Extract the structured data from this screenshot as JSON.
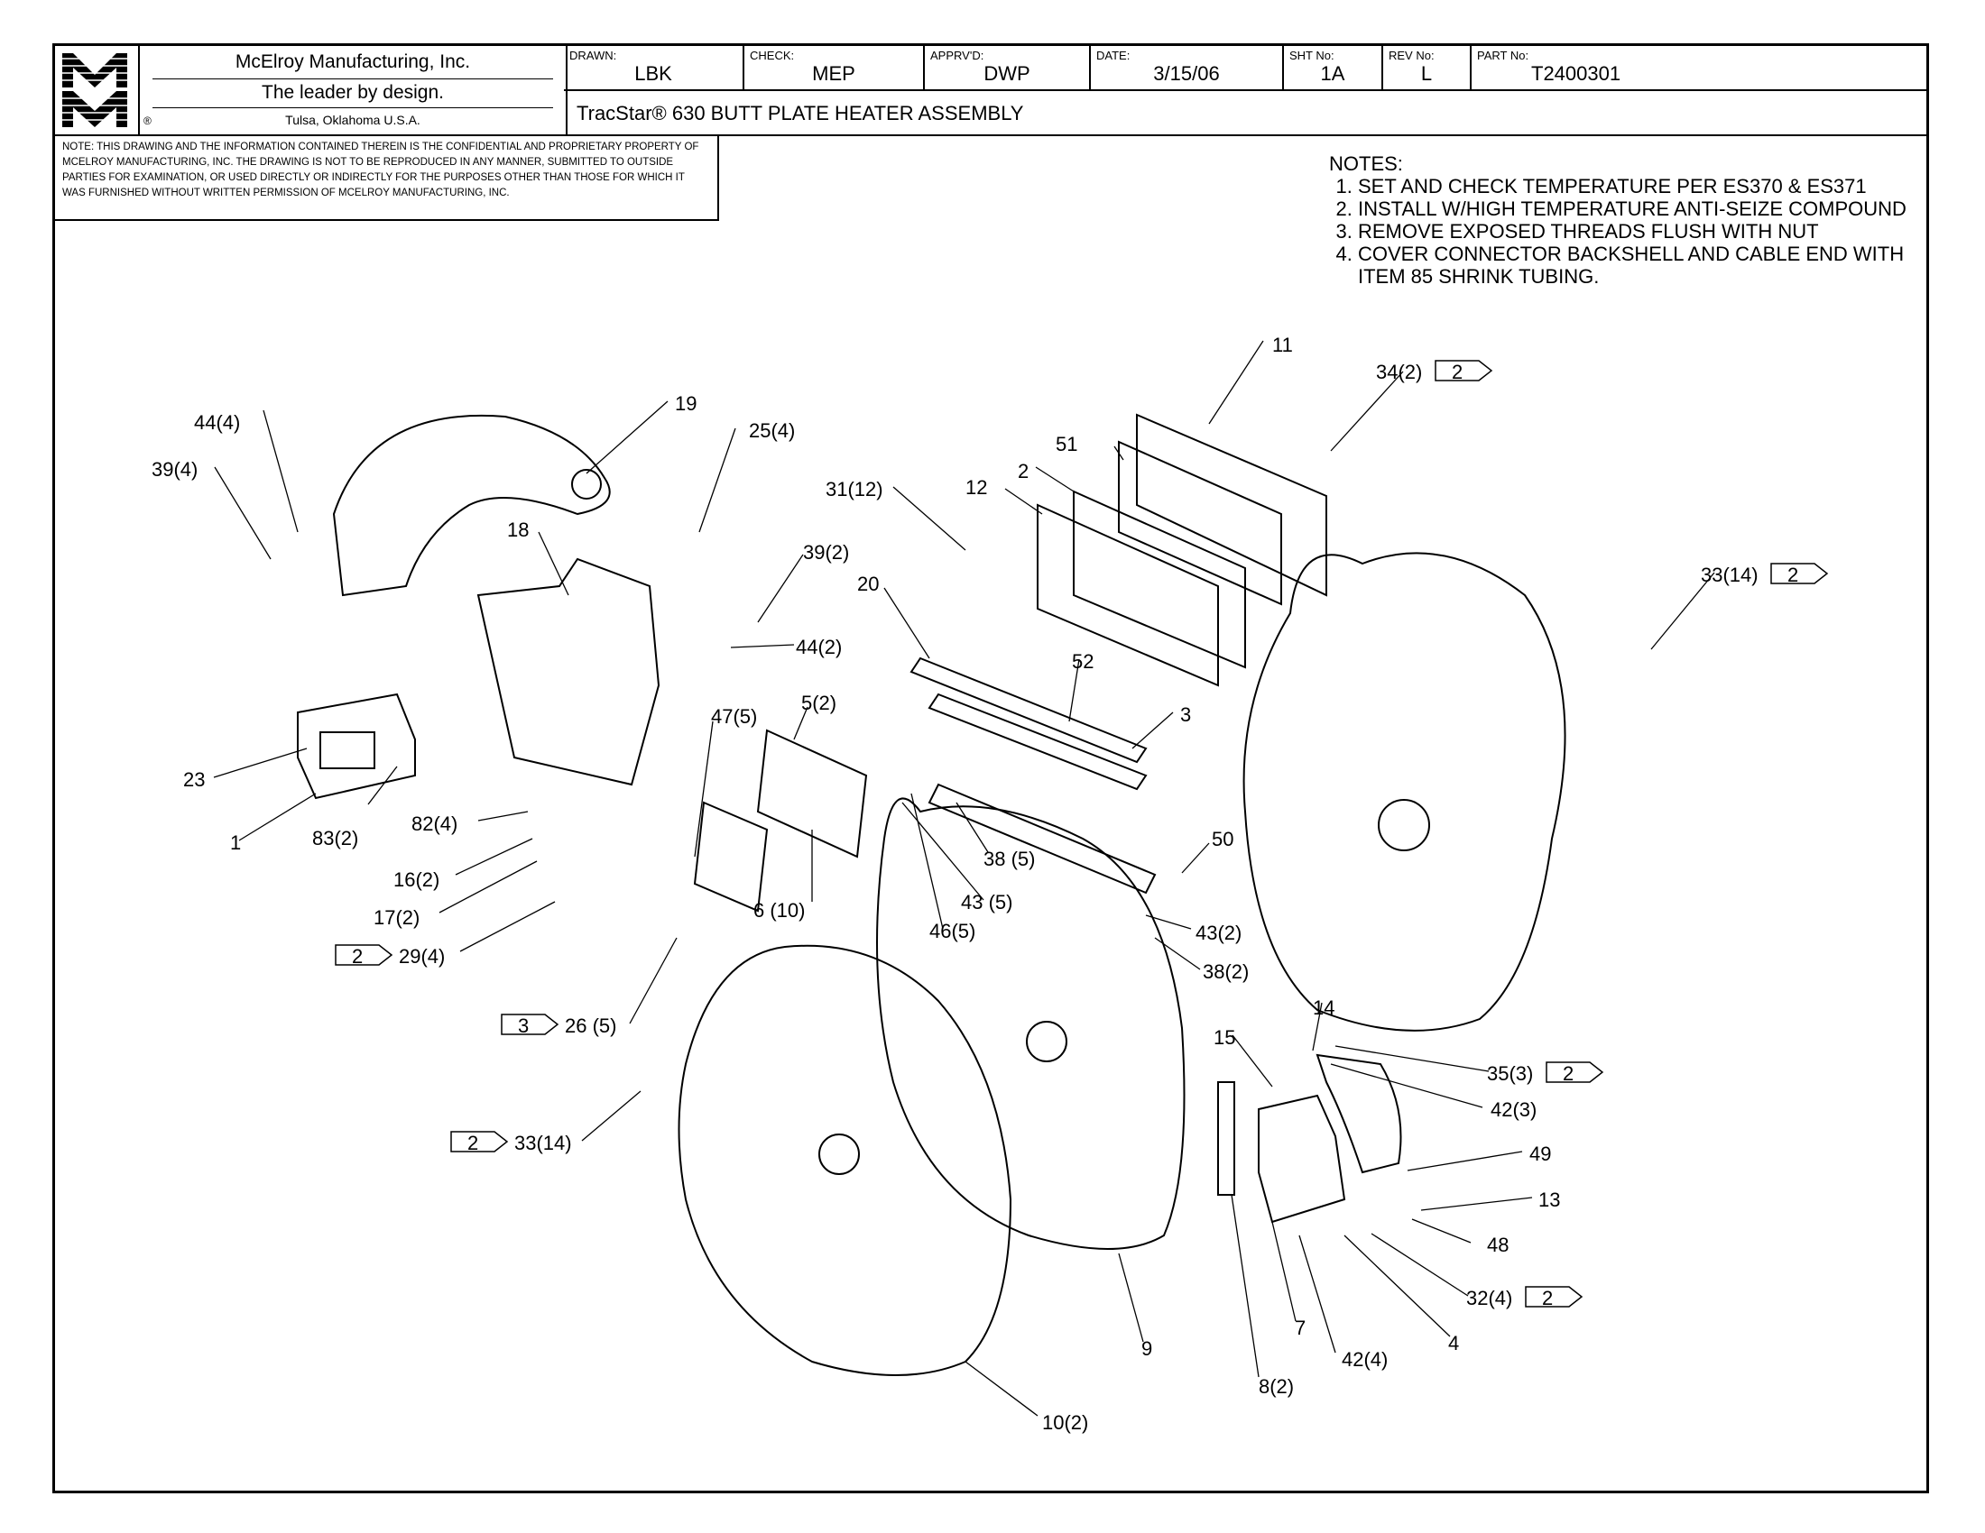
{
  "company": {
    "name": "McElroy Manufacturing, Inc.",
    "tagline": "The leader by design.",
    "location": "Tulsa, Oklahoma U.S.A.",
    "registered": "®",
    "logo_text": "MMI"
  },
  "title_block": {
    "drawn_label": "DRAWN:",
    "drawn": "LBK",
    "check_label": "CHECK:",
    "check": "MEP",
    "approved_label": "APPRV'D:",
    "approved": "DWP",
    "date_label": "DATE:",
    "date": "3/15/06",
    "sheet_label": "SHT No:",
    "sheet": "1A",
    "rev_label": "REV No:",
    "rev": "L",
    "part_label": "PART No:",
    "part": "T2400301",
    "title": "TracStar® 630 BUTT PLATE HEATER ASSEMBLY"
  },
  "confidential_note": "NOTE: This drawing and the information contained therein is the confidential and proprietary property of McElroy Manufacturing, Inc. The drawing is not to be reproduced in any manner, submitted to outside parties for examination, or used directly or indirectly for the purposes other than those for which it was furnished without written permission of McElroy Manufacturing, Inc.",
  "notes": {
    "heading": "NOTES:",
    "items": [
      "SET AND CHECK TEMPERATURE PER ES370 & ES371",
      "INSTALL W/HIGH TEMPERATURE ANTI-SEIZE COMPOUND",
      "REMOVE EXPOSED THREADS FLUSH WITH NUT",
      "COVER CONNECTOR BACKSHELL AND CABLE END WITH ITEM 85 SHRINK TUBING."
    ]
  },
  "callouts": [
    {
      "id": "c11",
      "text": "11"
    },
    {
      "id": "c34",
      "text": "34(2)",
      "flag": "2"
    },
    {
      "id": "c19",
      "text": "19"
    },
    {
      "id": "c44a",
      "text": "44(4)"
    },
    {
      "id": "c39a",
      "text": "39(4)"
    },
    {
      "id": "c25",
      "text": "25(4)"
    },
    {
      "id": "c51",
      "text": "51"
    },
    {
      "id": "c2",
      "text": "2"
    },
    {
      "id": "c12",
      "text": "12"
    },
    {
      "id": "c31",
      "text": "31(12)"
    },
    {
      "id": "c18",
      "text": "18"
    },
    {
      "id": "c39b",
      "text": "39(2)"
    },
    {
      "id": "c20",
      "text": "20"
    },
    {
      "id": "c33a",
      "text": "33(14)",
      "flag": "2"
    },
    {
      "id": "c44b",
      "text": "44(2)"
    },
    {
      "id": "c52",
      "text": "52"
    },
    {
      "id": "c3",
      "text": "3"
    },
    {
      "id": "c47",
      "text": "47(5)"
    },
    {
      "id": "c5",
      "text": "5(2)"
    },
    {
      "id": "c23",
      "text": "23"
    },
    {
      "id": "c83",
      "text": "83(2)"
    },
    {
      "id": "c1",
      "text": "1"
    },
    {
      "id": "c82",
      "text": "82(4)"
    },
    {
      "id": "c38a",
      "text": "38 (5)"
    },
    {
      "id": "c50",
      "text": "50"
    },
    {
      "id": "c16",
      "text": "16(2)"
    },
    {
      "id": "c43a",
      "text": "43 (5)"
    },
    {
      "id": "c17",
      "text": "17(2)"
    },
    {
      "id": "c6",
      "text": "6 (10)"
    },
    {
      "id": "c46",
      "text": "46(5)"
    },
    {
      "id": "c43b",
      "text": "43(2)"
    },
    {
      "id": "c29",
      "text": "29(4)",
      "flag": "2"
    },
    {
      "id": "c38b",
      "text": "38(2)"
    },
    {
      "id": "c26",
      "text": "26 (5)",
      "flag": "3"
    },
    {
      "id": "c14",
      "text": "14"
    },
    {
      "id": "c15",
      "text": "15"
    },
    {
      "id": "c35",
      "text": "35(3)",
      "flag": "2"
    },
    {
      "id": "c42a",
      "text": "42(3)"
    },
    {
      "id": "c33b",
      "text": "33(14)",
      "flag": "2"
    },
    {
      "id": "c49",
      "text": "49"
    },
    {
      "id": "c13",
      "text": "13"
    },
    {
      "id": "c48",
      "text": "48"
    },
    {
      "id": "c32",
      "text": "32(4)",
      "flag": "2"
    },
    {
      "id": "c4",
      "text": "4"
    },
    {
      "id": "c7",
      "text": "7"
    },
    {
      "id": "c42b",
      "text": "42(4)"
    },
    {
      "id": "c9",
      "text": "9"
    },
    {
      "id": "c8",
      "text": "8(2)"
    },
    {
      "id": "c10",
      "text": "10(2)"
    }
  ]
}
